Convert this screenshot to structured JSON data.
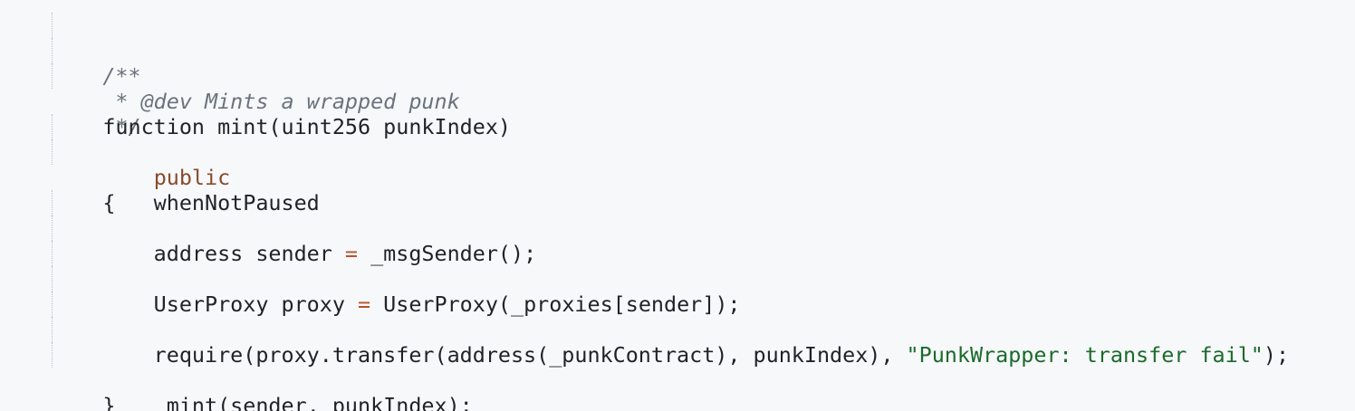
{
  "code": {
    "language": "Solidity",
    "lines": [
      {
        "kind": "comment",
        "text": "/**"
      },
      {
        "kind": "comment",
        "text": " * @dev Mints a wrapped punk"
      },
      {
        "kind": "comment",
        "text": " */"
      },
      {
        "kind": "plain",
        "text": "function mint(uint256 punkIndex)"
      },
      {
        "kind": "modifier",
        "indent": "    ",
        "text": "public"
      },
      {
        "kind": "plain",
        "text": "    whenNotPaused"
      },
      {
        "kind": "plain",
        "text": "{"
      },
      {
        "kind": "assign",
        "pre": "    address sender ",
        "op": "=",
        "post": " _msgSender();"
      },
      {
        "kind": "blank",
        "text": ""
      },
      {
        "kind": "assign",
        "pre": "    UserProxy proxy ",
        "op": "=",
        "post": " UserProxy(_proxies[sender]);"
      },
      {
        "kind": "blank",
        "text": ""
      },
      {
        "kind": "string",
        "pre": "    require(proxy.transfer(address(_punkContract), punkIndex), ",
        "str": "\"PunkWrapper: transfer fail\"",
        "post": ");"
      },
      {
        "kind": "blank",
        "text": ""
      },
      {
        "kind": "plain",
        "text": "    _mint(sender, punkIndex);"
      },
      {
        "kind": "plain",
        "text": "}"
      }
    ]
  },
  "colors": {
    "background": "#f7f8fa",
    "comment": "#6a737d",
    "modifier": "#8a4a2e",
    "operator": "#b5532f",
    "string": "#1a6b2a",
    "text": "#1f2328"
  }
}
